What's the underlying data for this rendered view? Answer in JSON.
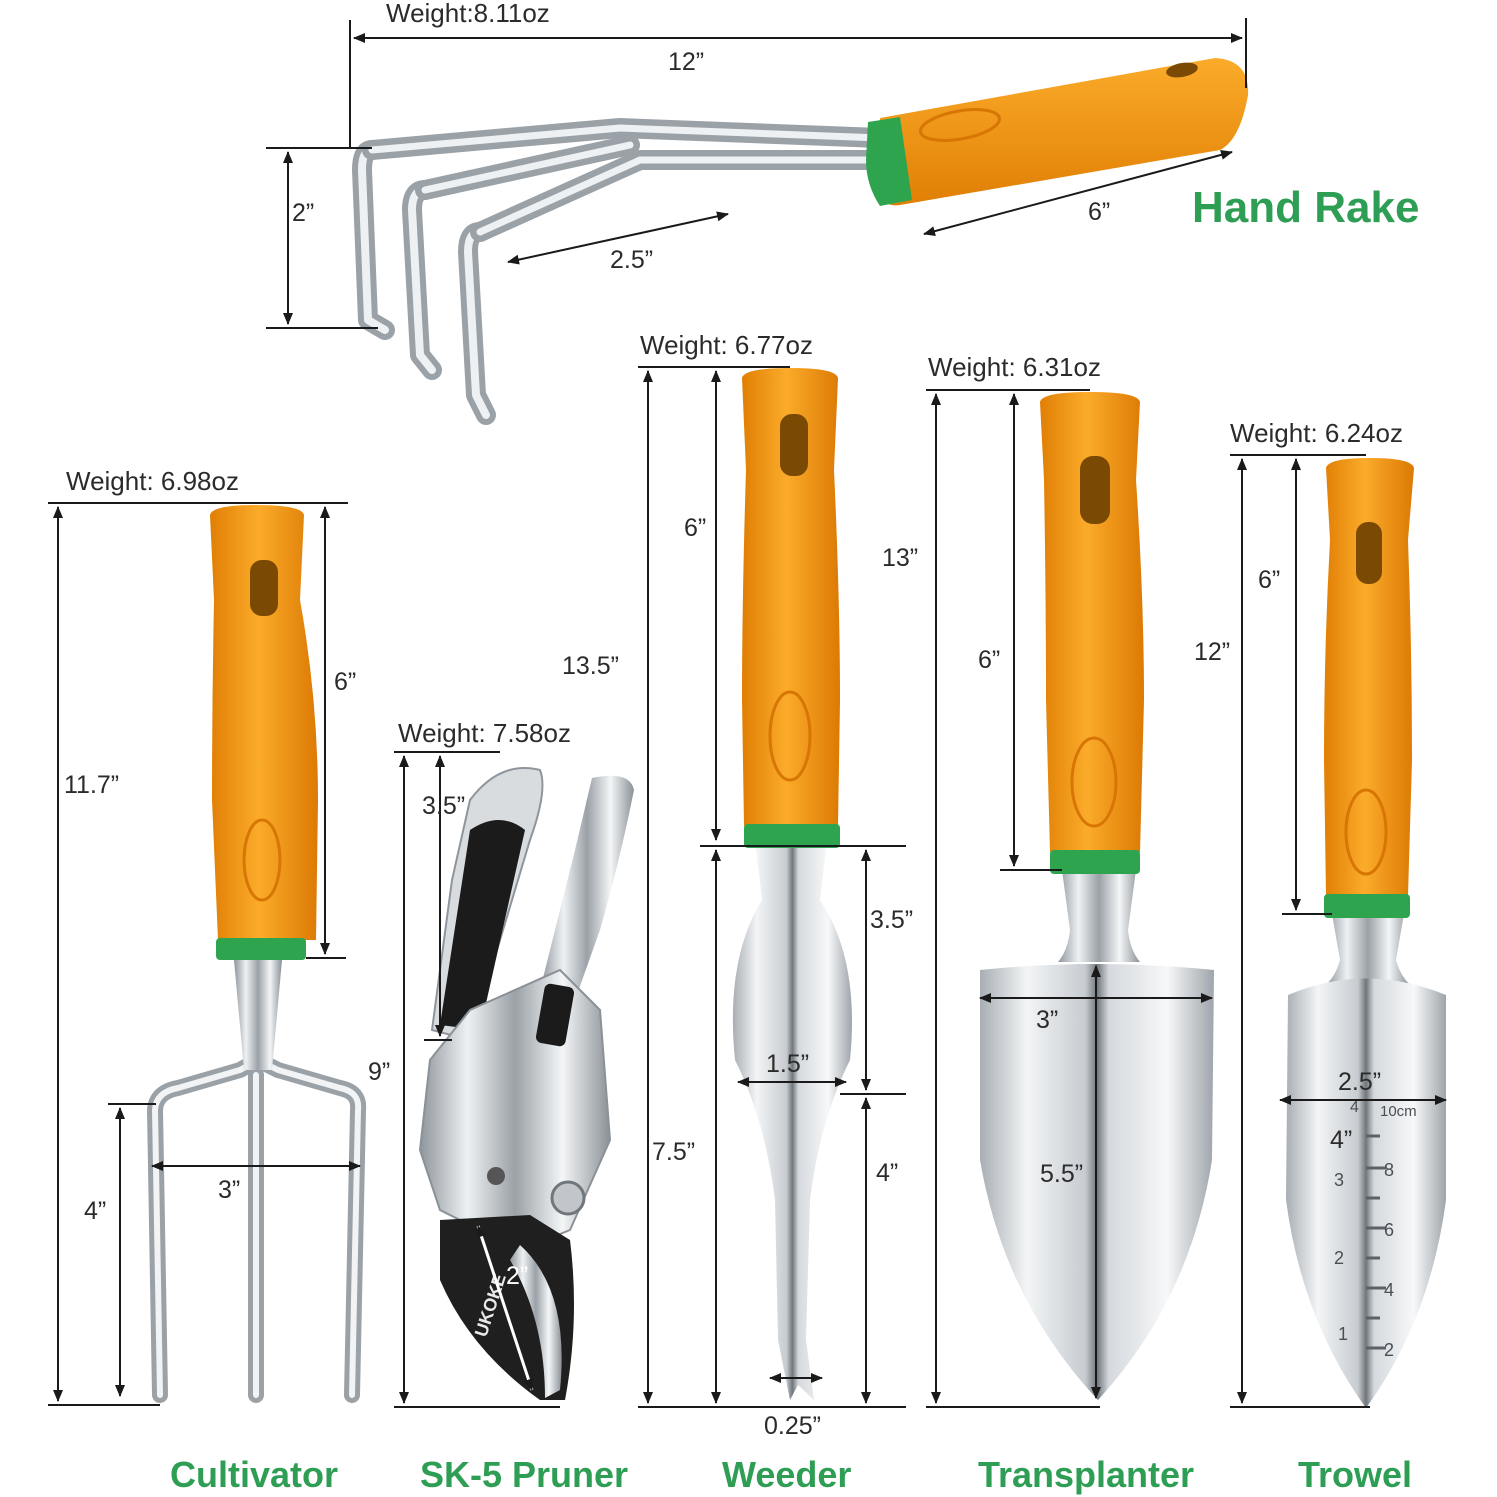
{
  "colors": {
    "label_green": "#2f9e55",
    "handle_orange": "#f59a10",
    "band_green": "#2ea44f",
    "metal": "#c9ced3",
    "dimension_line": "#1a1a1a"
  },
  "tools": {
    "rake": {
      "name": "Hand Rake",
      "weight": "Weight:8.11oz",
      "dims": {
        "length": "12”",
        "handle": "6”",
        "head_width": "2”",
        "tine": "2.5”"
      }
    },
    "cultivator": {
      "name": "Cultivator",
      "weight": "Weight: 6.98oz",
      "dims": {
        "total": "11.7”",
        "handle": "6”",
        "tine": "4”",
        "width": "3”"
      }
    },
    "pruner": {
      "name": "SK-5 Pruner",
      "weight": "Weight: 7.58oz",
      "brand": "UKOKE",
      "dims": {
        "total": "9”",
        "grip": "3.5”",
        "blade": "2”"
      }
    },
    "weeder": {
      "name": "Weeder",
      "weight": "Weight: 6.77oz",
      "dims": {
        "total": "13.5”",
        "handle": "6”",
        "shaft": "7.5”",
        "upper": "3.5”",
        "lower": "4”",
        "width": "1.5”",
        "tip": "0.25”"
      }
    },
    "transplanter": {
      "name": "Transplanter",
      "weight": "Weight: 6.31oz",
      "dims": {
        "total": "13”",
        "handle": "6”",
        "width": "3”",
        "blade": "5.5”"
      }
    },
    "trowel": {
      "name": "Trowel",
      "weight": "Weight: 6.24oz",
      "dims": {
        "total": "12”",
        "handle": "6”",
        "width": "2.5”",
        "depth": "4”"
      },
      "scale_cm": [
        "10cm",
        "8",
        "6",
        "4",
        "2"
      ],
      "scale_in": [
        "4",
        "3",
        "2",
        "1"
      ]
    }
  }
}
